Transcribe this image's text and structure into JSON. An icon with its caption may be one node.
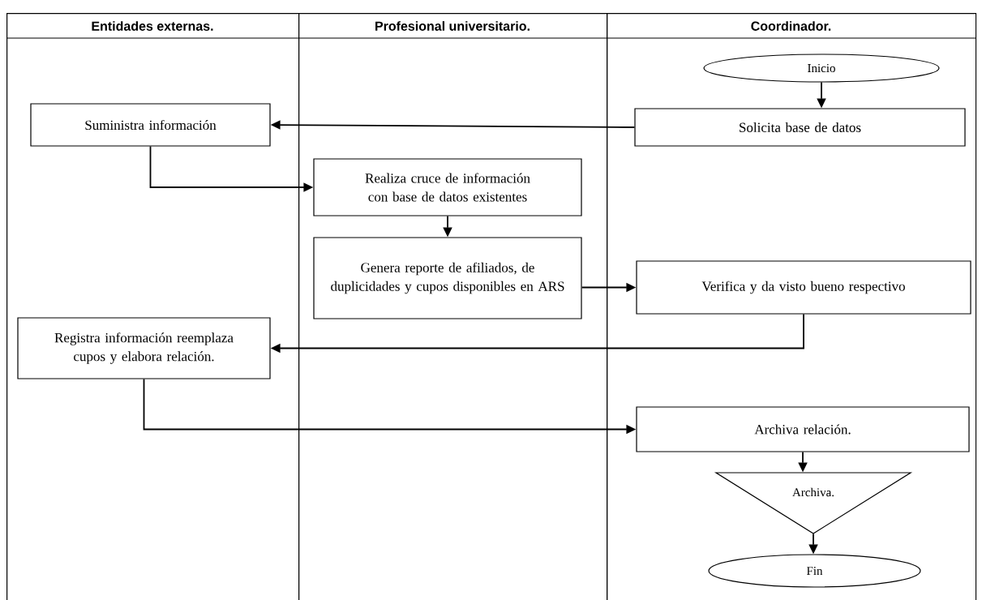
{
  "diagram": {
    "nodes": [
      {
        "text": [
          "Entidades externas."
        ]
      },
      {
        "text": [
          "Profesional universitario."
        ]
      },
      {
        "text": [
          "Coordinador."
        ]
      },
      {
        "text": [
          "Inicio"
        ],
        "in": 2
      },
      {
        "text": [
          "Solicita base de datos"
        ],
        "in": 2
      },
      {
        "text": [
          "Suministra información"
        ],
        "in": 0
      },
      {
        "text": [
          "Realiza cruce de información con base de datos existentes"
        ],
        "in": 1
      },
      {
        "text": [
          "Genera reporte de afiliados, de duplicidades y cupos disponibles en ARS"
        ],
        "in": 1
      },
      {
        "text": [
          "Verifica y da visto bueno respectivo"
        ],
        "in": 2
      },
      {
        "text": [
          "Registra información reemplaza cupos y elabora relación."
        ],
        "in": 0
      },
      {
        "text": [
          "Archiva relación."
        ],
        "in": 2
      },
      {
        "text": [
          "Archiva."
        ],
        "in": 2
      },
      {
        "text": [
          "Fin"
        ],
        "in": 2
      }
    ],
    "edges": [
      {
        "from": 3,
        "to": 4,
        "arrow": "to"
      },
      {
        "from": 4,
        "to": 5,
        "arrow": "to"
      },
      {
        "from": 5,
        "to": 6,
        "arrow": "to"
      },
      {
        "from": 6,
        "to": 7,
        "arrow": "to"
      },
      {
        "from": 7,
        "to": 8,
        "arrow": "to"
      },
      {
        "from": 8,
        "to": 9,
        "arrow": "to"
      },
      {
        "from": 9,
        "to": 10,
        "arrow": "to"
      },
      {
        "from": 10,
        "to": 11,
        "arrow": "to"
      },
      {
        "from": 11,
        "to": 12,
        "arrow": "to"
      }
    ]
  }
}
